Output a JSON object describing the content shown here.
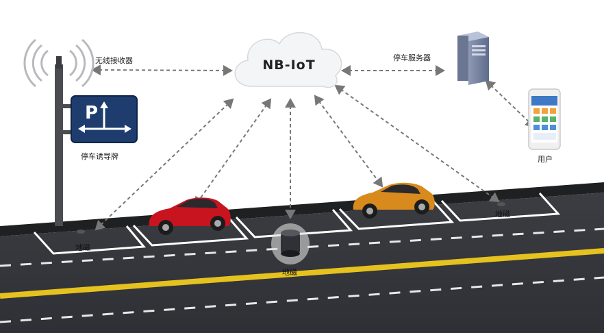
{
  "cloud": {
    "label": "NB-IoT"
  },
  "receiver": {
    "label": "无线接收器"
  },
  "server": {
    "label": "停车服务器"
  },
  "guide_sign": {
    "label": "停车诱导牌",
    "sign_glyph": "P"
  },
  "phone": {
    "label": "用户"
  },
  "sensors": [
    {
      "label": "地磁"
    },
    {
      "label": "地磁"
    },
    {
      "label": "地磁"
    }
  ],
  "colors": {
    "road": "#3a3a3a",
    "curb": "#2a2a2a",
    "center_line": "#e6c21f",
    "sign_bg": "#1e3c6e",
    "red_car": "#c8141e",
    "orange_car": "#d98a1c",
    "arrow": "#777777"
  },
  "icons": [
    "antenna-icon",
    "cloud-icon",
    "server-icon",
    "phone-icon",
    "parking-sign-icon",
    "car-icon",
    "sensor-icon"
  ]
}
